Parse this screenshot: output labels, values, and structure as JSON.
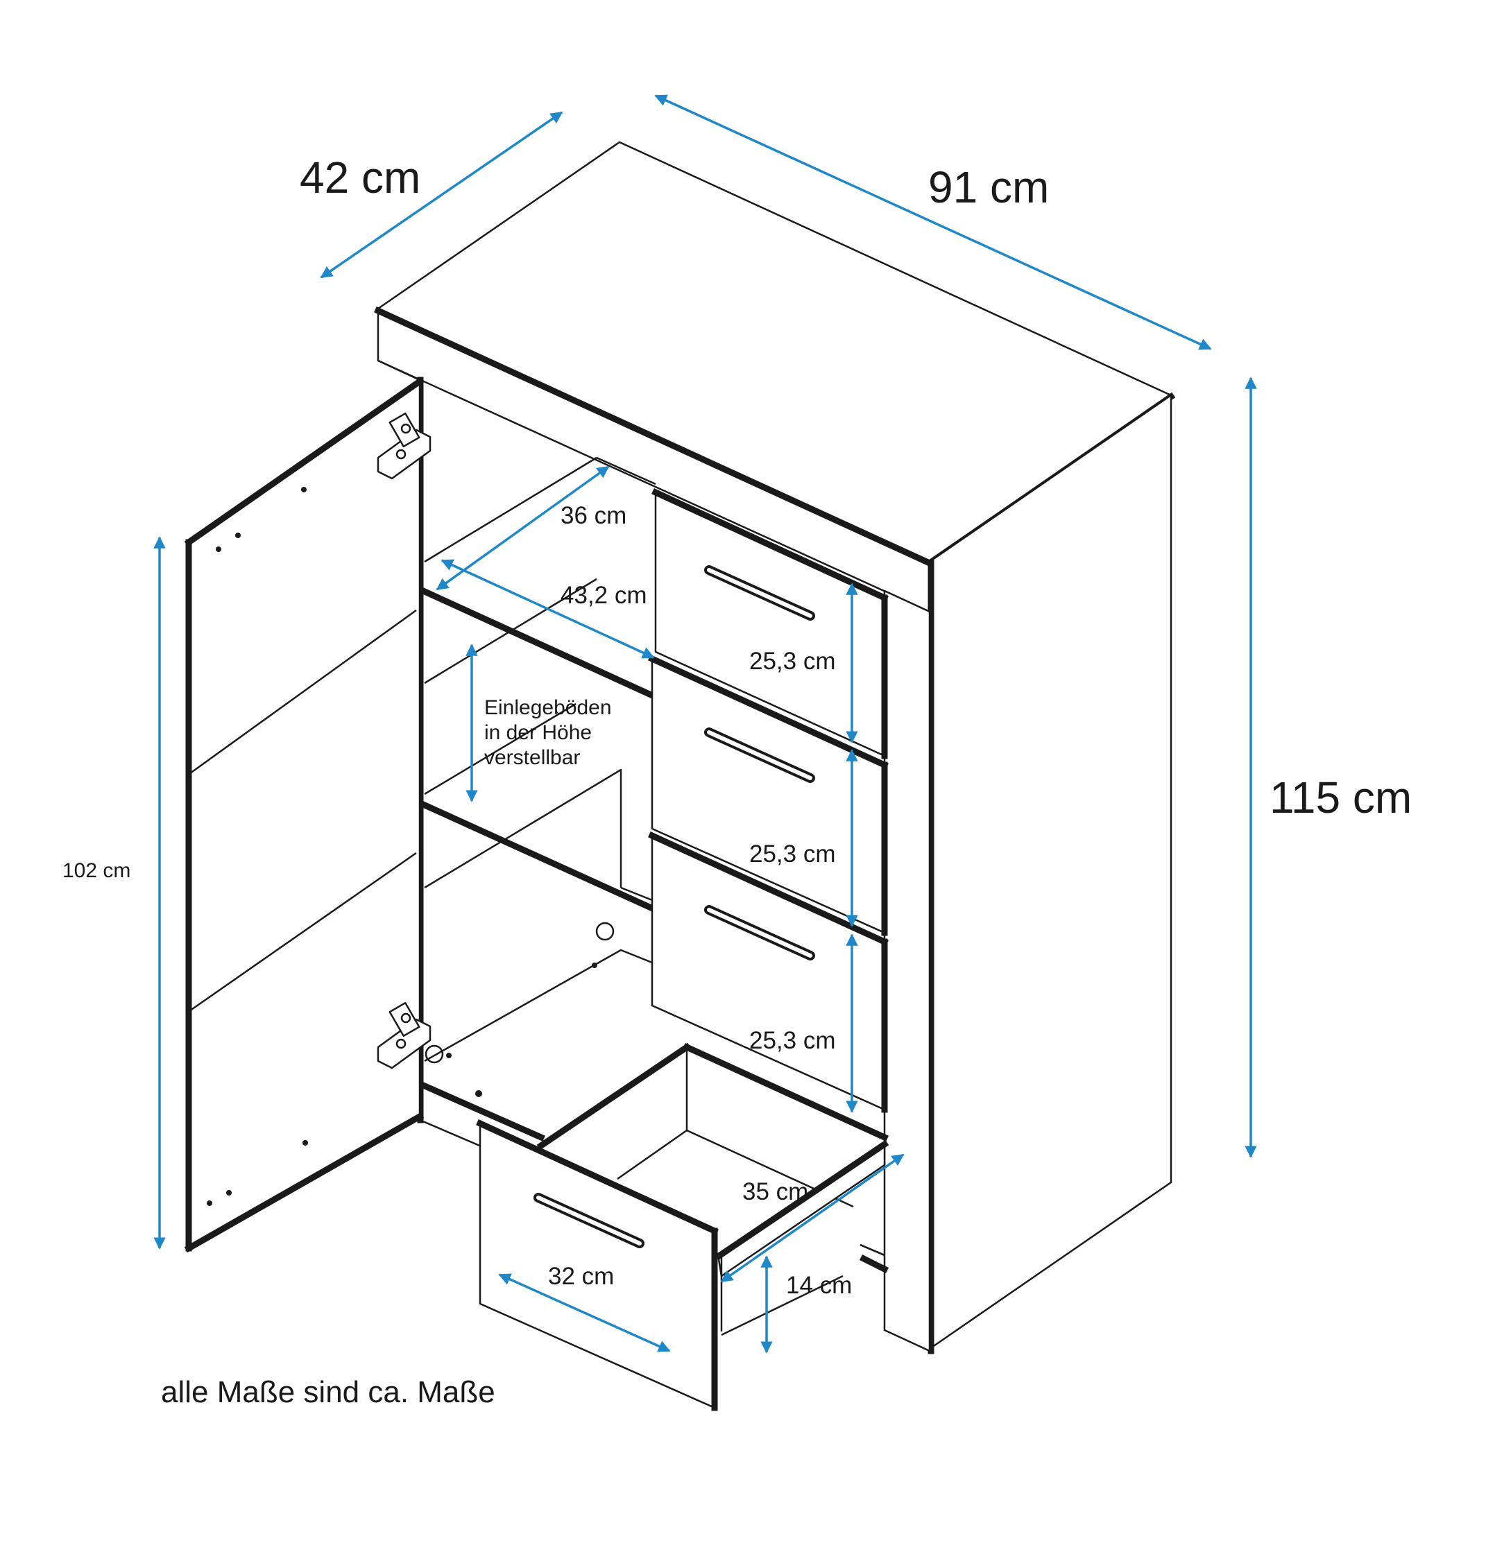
{
  "colors": {
    "dimension": "#1e88c8",
    "line": "#1a1a1a",
    "background": "#ffffff"
  },
  "labels": {
    "depth_outer": "42 cm",
    "width_outer": "91 cm",
    "height_outer": "115 cm",
    "door_height": "102 cm",
    "shelf_depth": "36 cm",
    "shelf_width": "43,2 cm",
    "drawer_height_1": "25,3 cm",
    "drawer_height_2": "25,3 cm",
    "drawer_height_3": "25,3 cm",
    "shelf_note_line1": "Einlegeböden",
    "shelf_note_line2": "in der Höhe",
    "shelf_note_line3": "verstellbar",
    "drawer_inner_depth": "35 cm",
    "drawer_inner_width": "32 cm",
    "drawer_inner_height": "14 cm",
    "footnote": "alle Maße sind ca. Maße"
  }
}
